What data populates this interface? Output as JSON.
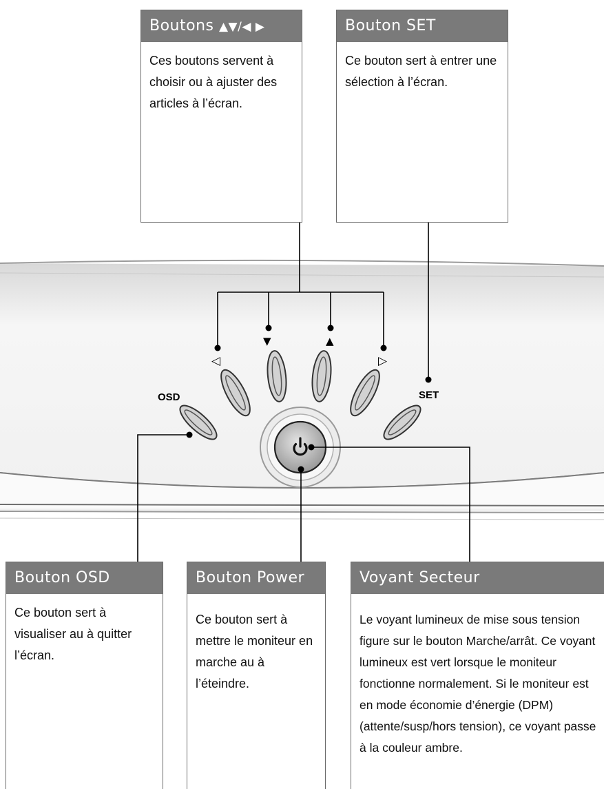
{
  "boxes": {
    "arrows": {
      "title": "Boutons ",
      "title_icons": "▲▼/◀ ▶",
      "text": "Ces boutons servent à choisir ou à ajuster des articles à l’écran."
    },
    "set": {
      "title": "Bouton SET",
      "text": "Ce bouton sert à entrer une sélection à l’écran."
    },
    "osd": {
      "title": "Bouton OSD",
      "text": "Ce bouton sert à visualiser au à quitter l’écran."
    },
    "power": {
      "title": "Bouton Power",
      "text": "Ce bouton sert à mettre le moniteur en marche au à l’éteindre."
    },
    "led": {
      "title": "Voyant Secteur",
      "text": "Le voyant lumineux de mise sous tension figure sur le bouton Marche/arrât. Ce voyant lumineux est vert lorsque le moniteur fonctionne normalement. Si le moniteur est en mode économie d’énergie (DPM) (attente/susp/hors tension), ce voyant passe à la couleur ambre."
    }
  },
  "panel_labels": {
    "osd": "OSD",
    "set": "SET",
    "left_arrow": "◁",
    "down_arrow": "▼",
    "up_arrow": "▲",
    "right_arrow": "▷"
  },
  "colors": {
    "header_bg": "#7a7a7a",
    "panel_bg": "#f2f2f2",
    "button_fill": "#cfcfcf",
    "power_ring": "#bdbdbd"
  },
  "icons": {
    "power": "power-icon"
  }
}
